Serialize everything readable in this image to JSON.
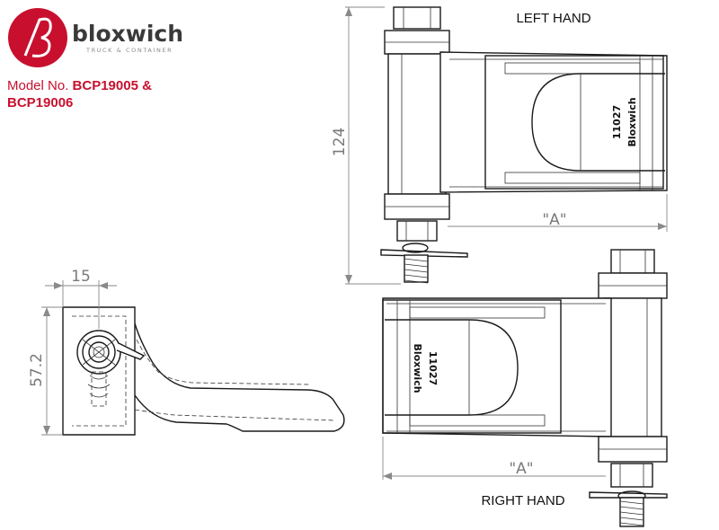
{
  "brand": {
    "name": "bloxwich",
    "tagline": "TRUCK & CONTAINER",
    "color": "#c8102e"
  },
  "model": {
    "prefix": "Model No.",
    "number_line1": "BCP19005 &",
    "number_line2": "BCP19006"
  },
  "views": {
    "left_hand_label": "LEFT HAND",
    "right_hand_label": "RIGHT HAND"
  },
  "stamp": {
    "part_number": "11027",
    "maker": "Bloxwich"
  },
  "dimensions": {
    "height": "124",
    "length_left": "\"A\"",
    "length_right": "\"A\"",
    "side_width": "15",
    "side_height": "57.2"
  }
}
